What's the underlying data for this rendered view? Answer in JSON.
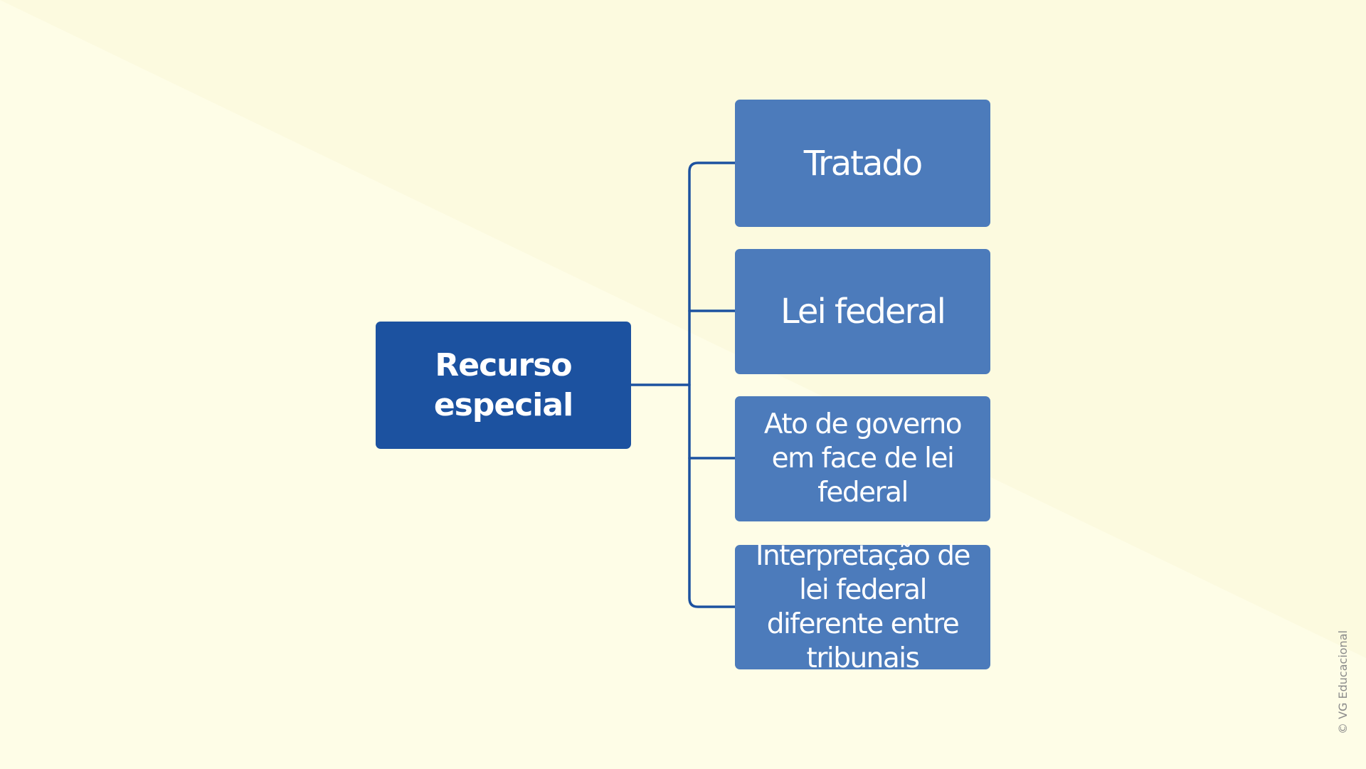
{
  "diagram": {
    "root": {
      "label": "Recurso especial"
    },
    "children": [
      {
        "label": "Tratado"
      },
      {
        "label": "Lei federal"
      },
      {
        "label": "Ato de governo em face de lei federal"
      },
      {
        "label": "Interpretação de lei federal diferente entre tribunais"
      }
    ]
  },
  "watermark": "© VG Educacional",
  "colors": {
    "background": "#fefde7",
    "background_wedge": "#fdfbe2",
    "root_box": "#1c52a0",
    "child_box": "#4c7bbb",
    "connector": "#1c52a0",
    "text": "#ffffff",
    "watermark": "#8a8a8a"
  }
}
